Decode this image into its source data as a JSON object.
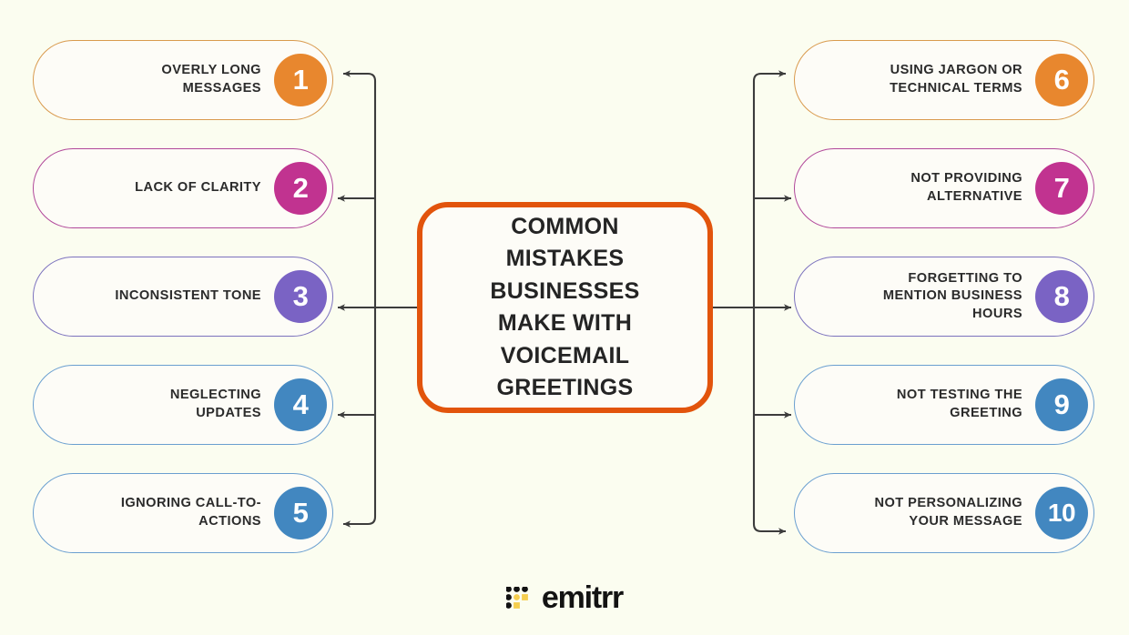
{
  "canvas": {
    "background_color": "#FBFDF0",
    "card_fill": "#FDFCF7"
  },
  "center": {
    "title": "COMMON\nMISTAKES\nBUSINESSES\nMAKE WITH\nVOICEMAIL\nGREETINGS",
    "border_color": "#E2540C"
  },
  "palette": {
    "orange": "#E8872E",
    "magenta": "#C13390",
    "purple": "#7A63C4",
    "blue": "#4287C0",
    "orange_border": "#D99A4E",
    "magenta_border": "#B1479A",
    "purple_border": "#7C72BE",
    "blue_border": "#6A9FD0",
    "connector": "#3C3C3C",
    "text": "#2B2B2B"
  },
  "left_items": [
    {
      "number": "1",
      "label": "OVERLY LONG\nMESSAGES",
      "color": "#E8872E",
      "border": "#D99A4E"
    },
    {
      "number": "2",
      "label": "LACK OF CLARITY",
      "color": "#C13390",
      "border": "#B1479A"
    },
    {
      "number": "3",
      "label": "INCONSISTENT TONE",
      "color": "#7A63C4",
      "border": "#7C72BE"
    },
    {
      "number": "4",
      "label": "NEGLECTING\nUPDATES",
      "color": "#4287C0",
      "border": "#6A9FD0"
    },
    {
      "number": "5",
      "label": "IGNORING CALL-TO-\nACTIONS",
      "color": "#4287C0",
      "border": "#6A9FD0"
    }
  ],
  "right_items": [
    {
      "number": "6",
      "label": "USING JARGON OR\nTECHNICAL TERMS",
      "color": "#E8872E",
      "border": "#D99A4E"
    },
    {
      "number": "7",
      "label": "NOT PROVIDING\nALTERNATIVE",
      "color": "#C13390",
      "border": "#B1479A"
    },
    {
      "number": "8",
      "label": "FORGETTING TO\nMENTION BUSINESS\nHOURS",
      "color": "#7A63C4",
      "border": "#7C72BE"
    },
    {
      "number": "9",
      "label": "NOT TESTING THE\nGREETING",
      "color": "#4287C0",
      "border": "#6A9FD0"
    },
    {
      "number": "10",
      "label": "NOT PERSONALIZING\nYOUR MESSAGE",
      "color": "#4287C0",
      "border": "#6A9FD0"
    }
  ],
  "logo": {
    "text": "emitrr",
    "mark_dot_color": "#121212",
    "mark_accent_color": "#F5CE4E"
  }
}
